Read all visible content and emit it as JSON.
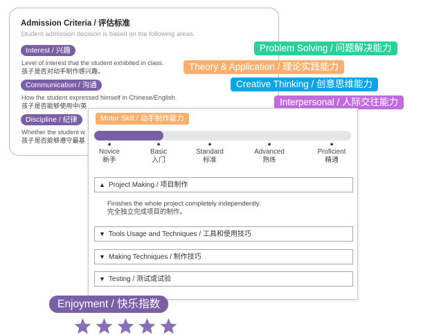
{
  "criteria": {
    "title": "Admission Criteria / 评估标准",
    "subtitle": "Student admission decision is based on the following areas.",
    "items": [
      {
        "label": "Interest / 兴趣",
        "desc": "Level of interest that the student exhibited in class.",
        "desc_cn": "孩子是否对动手制作感兴趣。"
      },
      {
        "label": "Communication / 沟通",
        "desc": "How the student expressed himself in Chinese/English.",
        "desc_cn": "孩子是否能够使用中/英"
      },
      {
        "label": "Discipline / 纪律",
        "desc": "Whether the student w",
        "desc_cn": "孩子是否能够遵守最基"
      }
    ]
  },
  "tags": {
    "problem": "Problem Solving / 问题解决能力",
    "theory": "Theory & Application / 理论实践能力",
    "creative": "Creative Thinking / 创意思维能力",
    "interpersonal": "Interpersonal / 人际交往能力"
  },
  "motor": {
    "tag": "Motor Skill / 动手制作能力",
    "progress_fraction": 0.27,
    "levels": [
      {
        "en": "Novice",
        "cn": "新手"
      },
      {
        "en": "Basic",
        "cn": "入门"
      },
      {
        "en": "Standard",
        "cn": "标准"
      },
      {
        "en": "Advanced",
        "cn": "熟练"
      },
      {
        "en": "Proficient",
        "cn": "精通"
      }
    ],
    "sections": [
      {
        "title": "Project Making / 项目制作",
        "expanded": true,
        "body": "Finishes the whole project completely independently.",
        "body_cn": "完全独立完成项目的制作。"
      },
      {
        "title": "Tools Usage and Techniques / 工具和使用技巧",
        "expanded": false
      },
      {
        "title": "Making Techniques / 制作技巧",
        "expanded": false
      },
      {
        "title": "Testing / 测试或试验",
        "expanded": false
      }
    ]
  },
  "enjoyment": {
    "label": "Enjoyment / 快乐指数",
    "rating": 5,
    "max": 5,
    "star_color": "#8a6fb4"
  },
  "colors": {
    "purple": "#7a5ea6",
    "orange": "#f8b06e",
    "green": "#2bcf9b",
    "blue": "#0aa5e6",
    "violet": "#c26be0"
  }
}
